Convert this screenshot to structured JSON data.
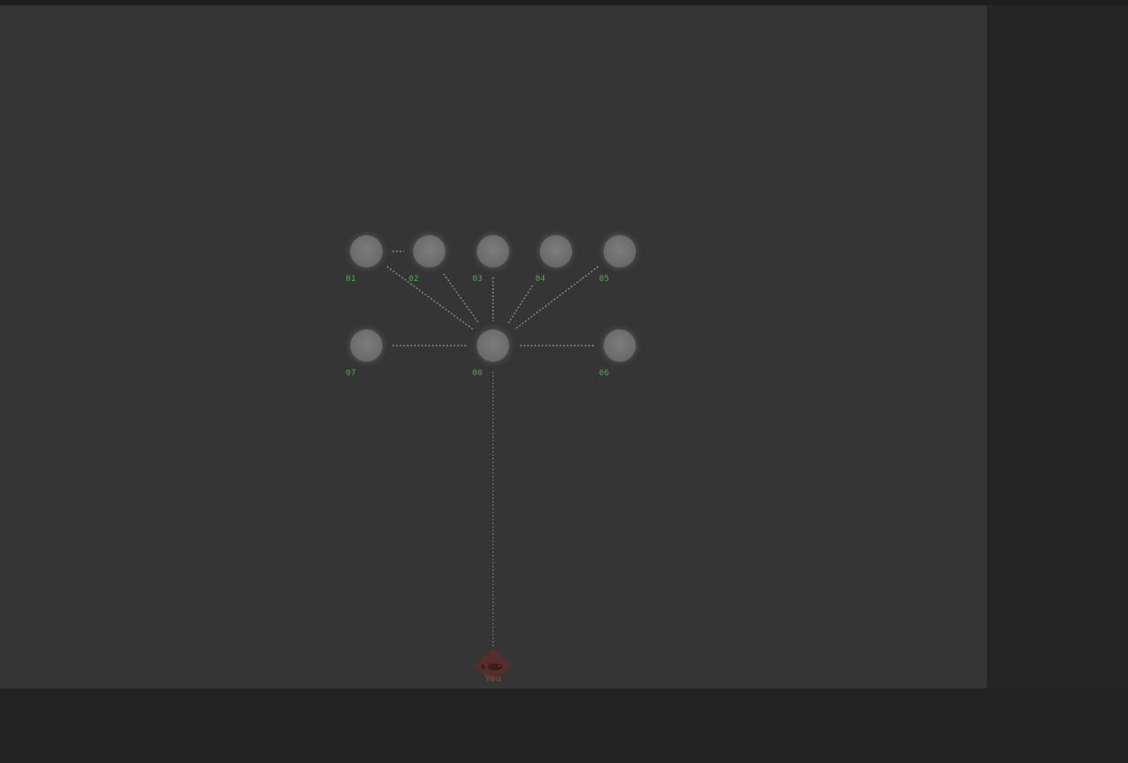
{
  "network": {
    "accent_label_color": "#4fae48",
    "node_color": "#6e6e6e",
    "link_color": "#a8a8a8",
    "nodes": {
      "n00": {
        "label": "00"
      },
      "n01": {
        "label": "01"
      },
      "n02": {
        "label": "02"
      },
      "n03": {
        "label": "03"
      },
      "n04": {
        "label": "04"
      },
      "n05": {
        "label": "05"
      },
      "n06": {
        "label": "06"
      },
      "n07": {
        "label": "07"
      }
    },
    "links": [
      [
        "n01",
        "n02"
      ],
      [
        "n00",
        "n01"
      ],
      [
        "n00",
        "n02"
      ],
      [
        "n00",
        "n03"
      ],
      [
        "n00",
        "n04"
      ],
      [
        "n00",
        "n05"
      ],
      [
        "n00",
        "n06"
      ],
      [
        "n00",
        "n07"
      ],
      [
        "n00",
        "you"
      ]
    ]
  },
  "you": {
    "label": "You",
    "icon": "fish-icon",
    "color": "#5a2f2b"
  }
}
